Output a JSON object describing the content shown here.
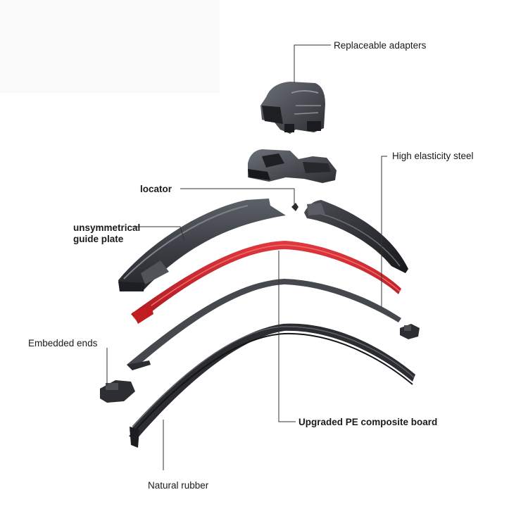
{
  "labels": {
    "replaceable_adapters": "Replaceable adapters",
    "high_elasticity_steel": "High elasticity steel",
    "locator": "locator",
    "unsymmetrical_guide_plate": "unsymmetrical\nguide plate",
    "embedded_ends": "Embedded ends",
    "upgraded_pe_board": "Upgraded PE composite board",
    "natural_rubber": "Natural rubber"
  },
  "colors": {
    "background": "#ffffff",
    "guide_plate": "#3c4046",
    "pe_board": "#c8262c",
    "steel": "#46494e",
    "rubber": "#2b2d30",
    "leader_line": "#333333"
  }
}
